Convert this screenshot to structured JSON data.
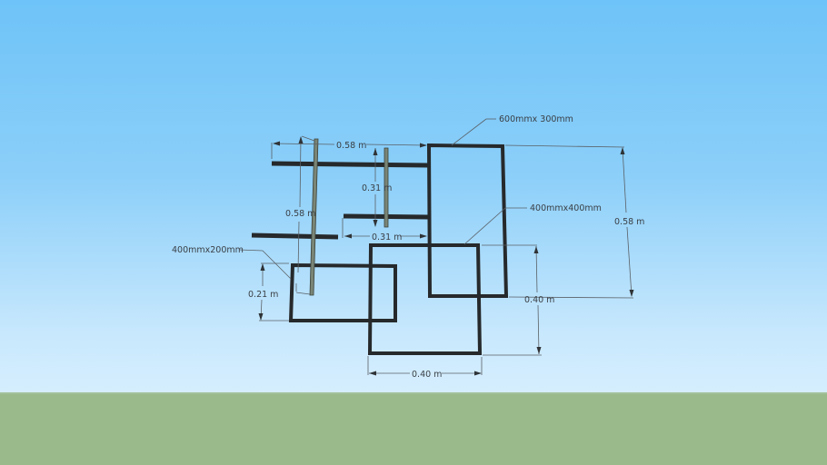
{
  "scene": {
    "sky_top_color": "#6ec3f8",
    "sky_bottom_color": "#d6eefe",
    "ground_color": "#9aba8c",
    "frame_color": "#26292b",
    "post_color": "#7a8576"
  },
  "labels": {
    "frame_large": "600mmx 300mm",
    "frame_medium": "400mmx400mm",
    "frame_small": "400mmx200mm"
  },
  "dimensions": {
    "top_width": "0.58 m",
    "left_height": "0.58 m",
    "inner_height": "0.31 m",
    "inner_width": "0.31 m",
    "right_height": "0.58 m",
    "medium_height": "0.40 m",
    "medium_width": "0.40 m",
    "small_height": "0.21 m"
  }
}
